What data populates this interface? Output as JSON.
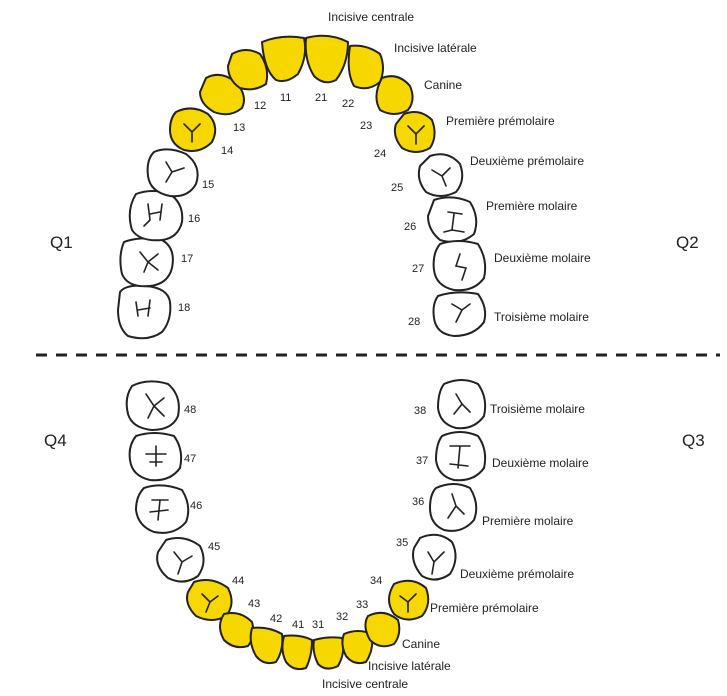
{
  "colors": {
    "yellow_fill": "#f6d800",
    "tooth_fill": "#ffffff",
    "outline": "#222222",
    "text": "#222222"
  },
  "quadrants": {
    "q1": "Q1",
    "q2": "Q2",
    "q3": "Q3",
    "q4": "Q4"
  },
  "names": {
    "top": {
      "incisive_centrale": "Incisive centrale",
      "incisive_laterale": "Incisive latérale",
      "canine": "Canine",
      "premiere_premolaire": "Première prémolaire",
      "deuxieme_premolaire": "Deuxième prémolaire",
      "premiere_molaire": "Première molaire",
      "deuxieme_molaire": "Deuxième molaire",
      "troisieme_molaire": "Troisième molaire"
    },
    "bottom": {
      "troisieme_molaire": "Troisième molaire",
      "deuxieme_molaire": "Deuxième molaire",
      "premiere_molaire": "Première molaire",
      "deuxieme_premolaire": "Deuxième prémolaire",
      "premiere_premolaire": "Première prémolaire",
      "canine": "Canine",
      "incisive_laterale": "Incisive latérale",
      "incisive_centrale": "Incisive centrale"
    }
  },
  "tooth_numbers": {
    "t11": "11",
    "t12": "12",
    "t13": "13",
    "t14": "14",
    "t15": "15",
    "t16": "16",
    "t17": "17",
    "t18": "18",
    "t21": "21",
    "t22": "22",
    "t23": "23",
    "t24": "24",
    "t25": "25",
    "t26": "26",
    "t27": "27",
    "t28": "28",
    "t31": "31",
    "t32": "32",
    "t33": "33",
    "t34": "34",
    "t35": "35",
    "t36": "36",
    "t37": "37",
    "t38": "38",
    "t41": "41",
    "t42": "42",
    "t43": "43",
    "t44": "44",
    "t45": "45",
    "t46": "46",
    "t47": "47",
    "t48": "48"
  }
}
